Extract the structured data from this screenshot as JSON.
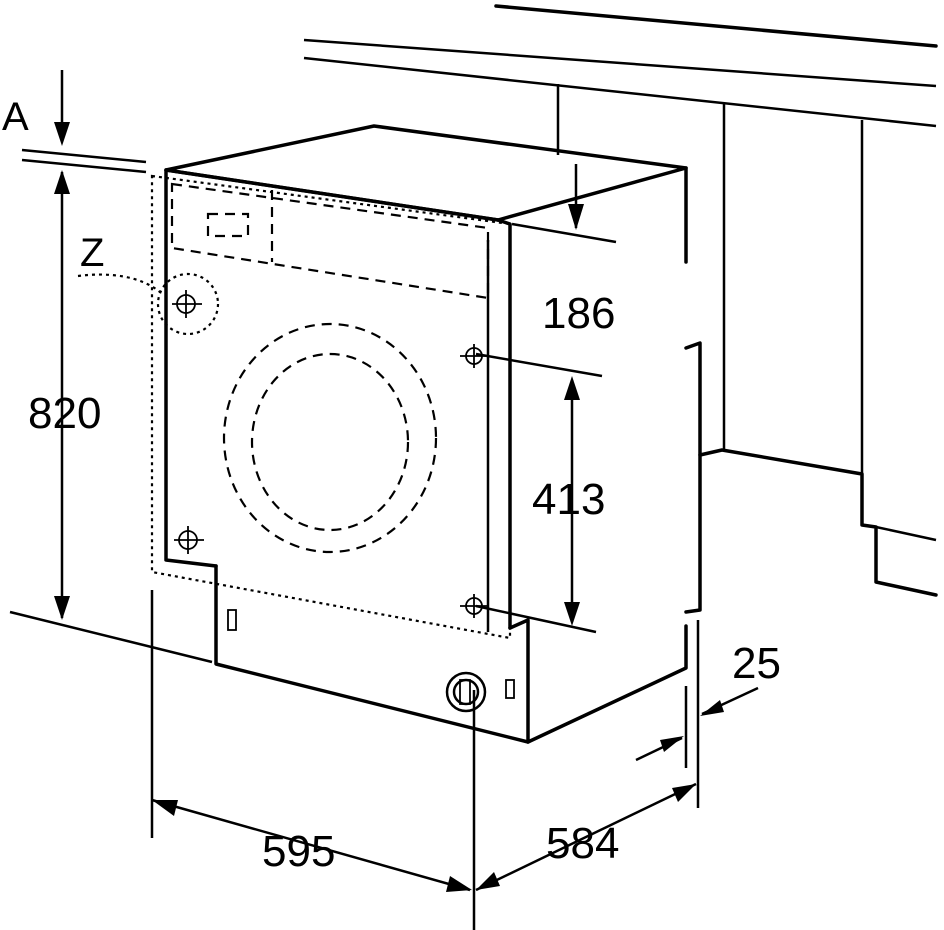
{
  "labels": {
    "callout_a": "A",
    "callout_z": "Z",
    "height": "820",
    "control_panel": "186",
    "door_spacing": "413",
    "width": "595",
    "depth": "584",
    "offset": "25"
  }
}
